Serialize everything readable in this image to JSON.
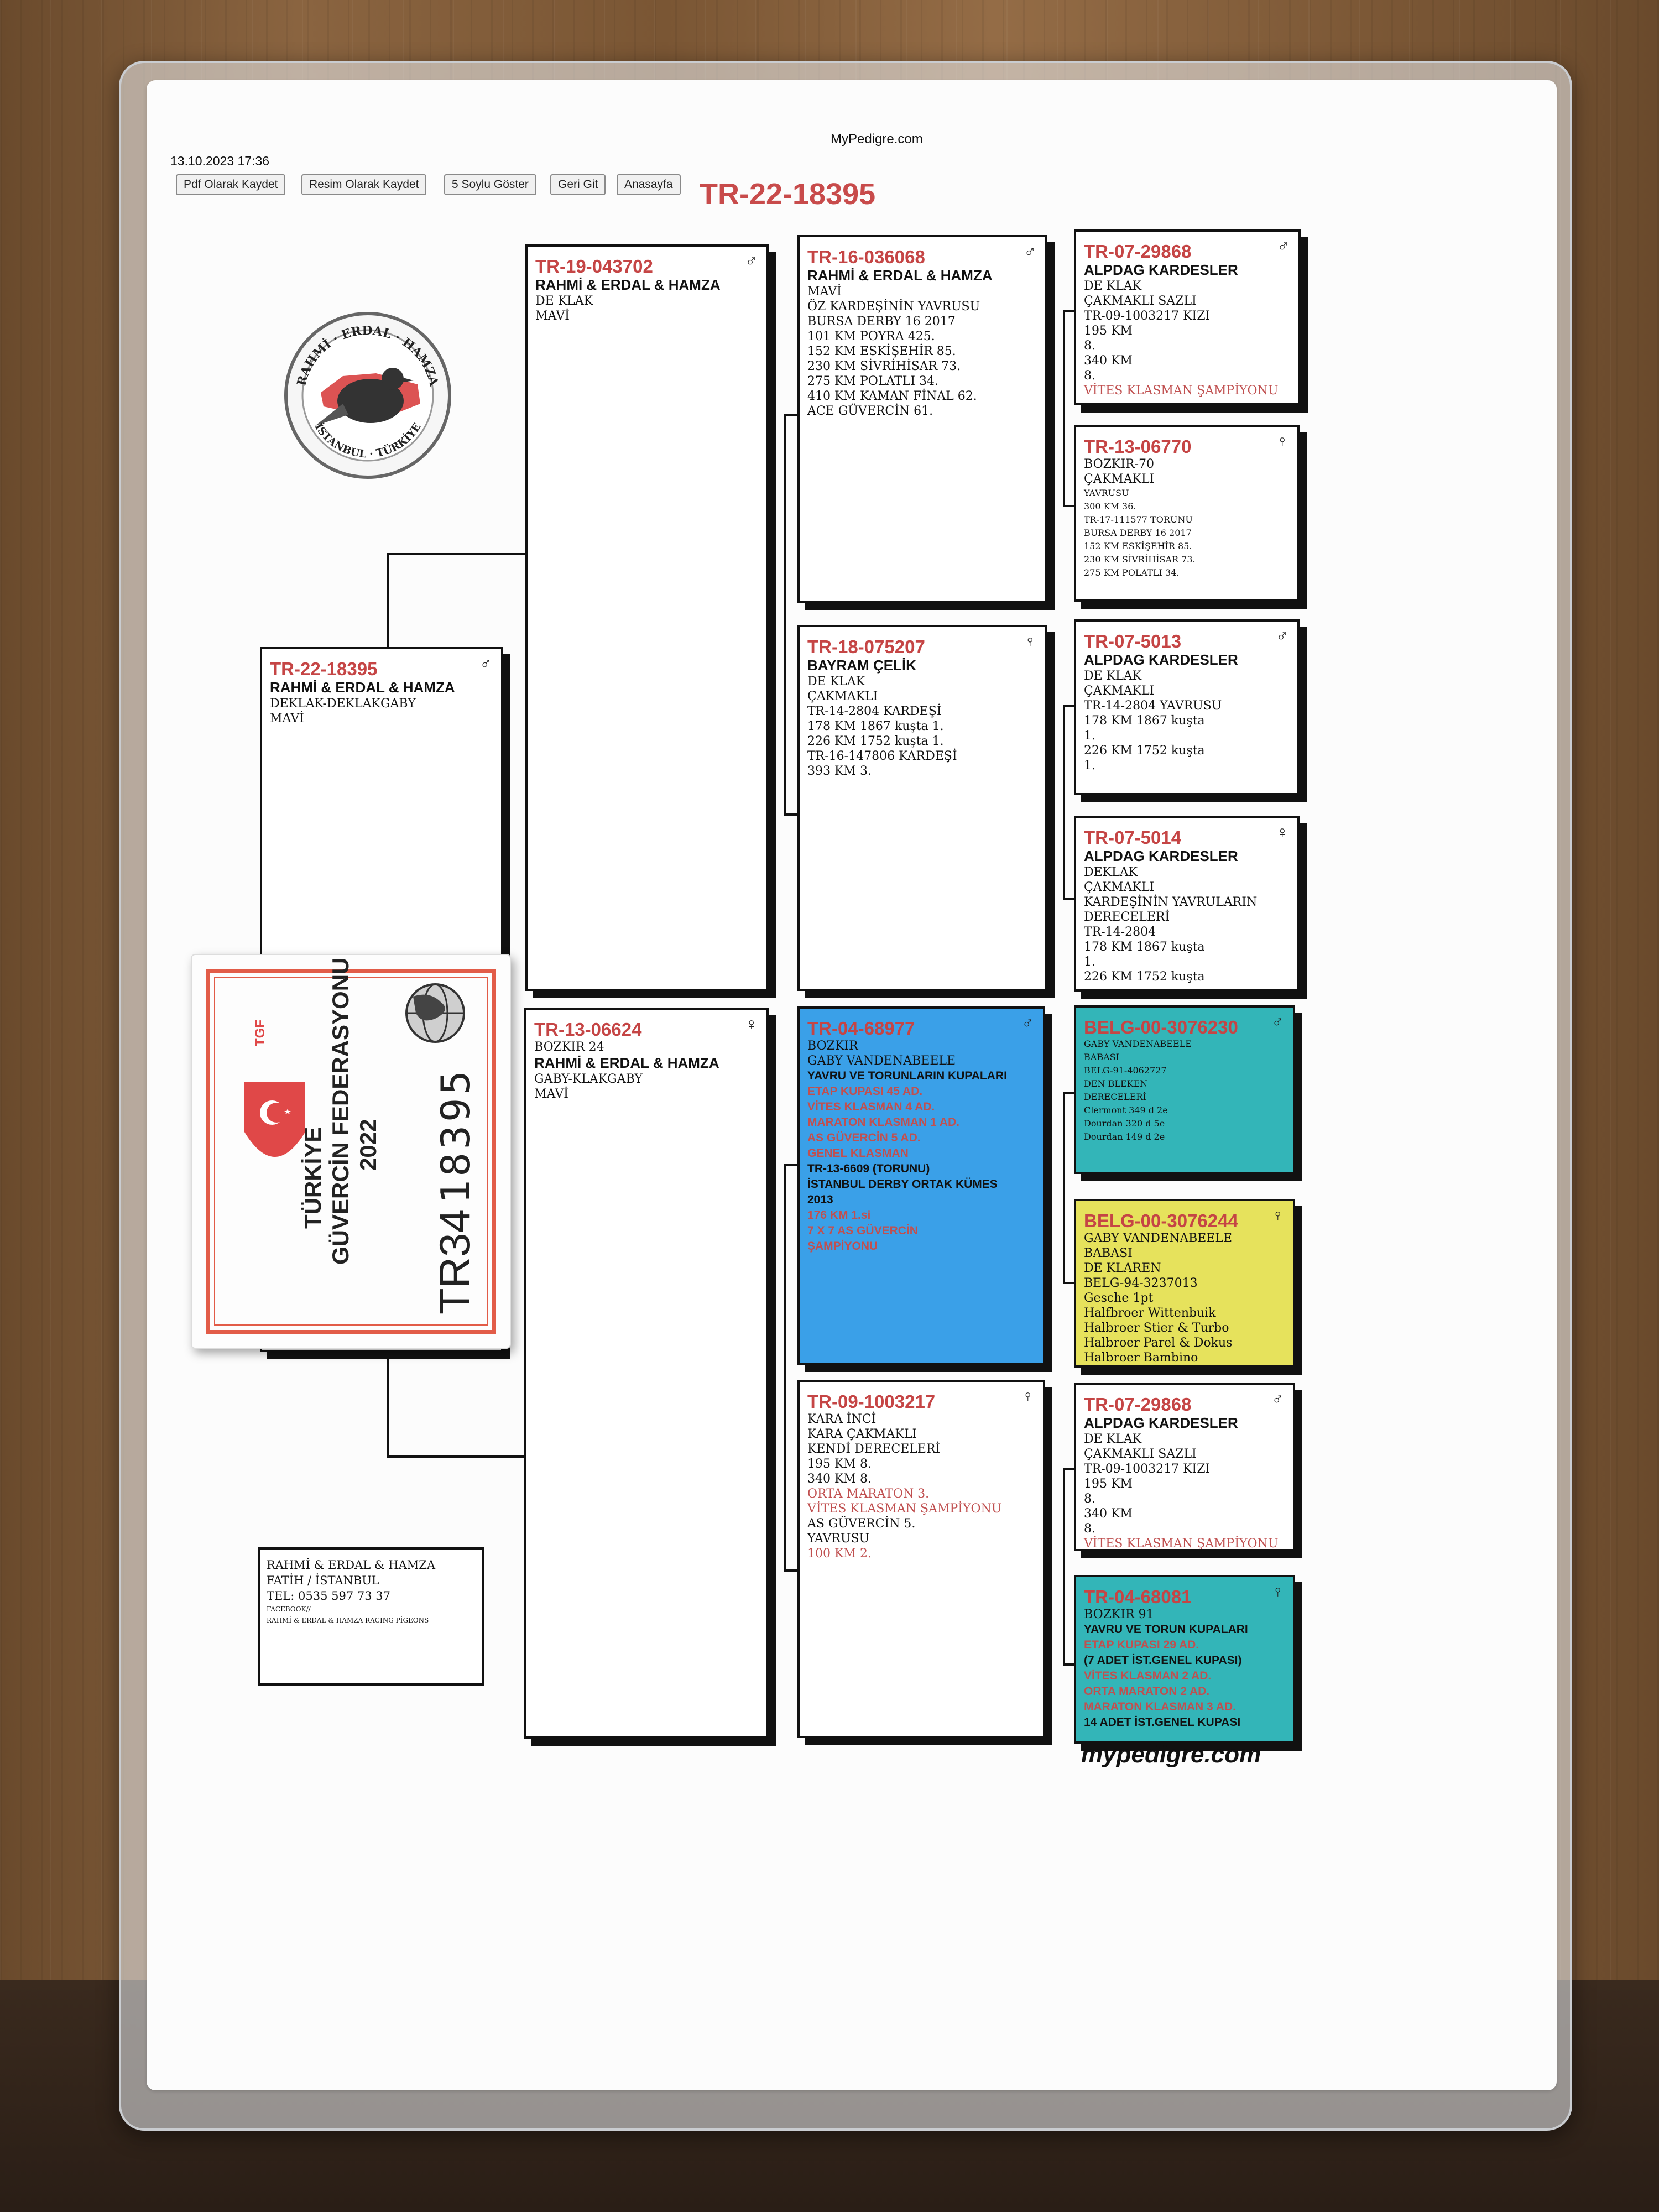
{
  "header": {
    "date": "13.10.2023 17:36",
    "site": "MyPedigre.com",
    "buttons": [
      "Pdf Olarak Kaydet",
      "Resim Olarak Kaydet",
      "5 Soylu Göster",
      "Geri Git",
      "Anasayfa"
    ],
    "title": "TR-22-18395"
  },
  "logo": {
    "top": "RAHMİ · ERDAL · HAMZA",
    "bottom": "İSTANBUL · TÜRKİYE"
  },
  "cards": {
    "subject": {
      "id": "TR-22-18395",
      "sex": "♂",
      "lines": [
        "RAHMİ & ERDAL & HAMZA",
        "DEKLAK-DEKLAKGABY",
        "MAVİ"
      ]
    },
    "sire": {
      "id": "TR-19-043702",
      "sex": "♂",
      "lines": [
        "RAHMİ & ERDAL & HAMZA",
        "DE KLAK",
        "MAVİ"
      ]
    },
    "dam": {
      "id": "TR-13-06624",
      "sex": "♀",
      "lines": [
        "BOZKIR 24",
        "RAHMİ & ERDAL & HAMZA",
        "GABY-KLAKGABY",
        "MAVİ"
      ]
    },
    "ss": {
      "id": "TR-16-036068",
      "sex": "♂",
      "lines": [
        "RAHMİ & ERDAL & HAMZA",
        "MAVİ",
        "ÖZ KARDEŞİNİN YAVRUSU",
        "BURSA DERBY 16  2017",
        "101 KM POYRA          425.",
        "152 KM ESKİŞEHİR       85.",
        "230 KM SİVRİHİSAR      73.",
        "275 KM POLATLI        34.",
        "410 KM KAMAN FİNAL     62.",
        "ACE GÜVERCİN         61."
      ]
    },
    "sd": {
      "id": "TR-18-075207",
      "sex": "♀",
      "lines": [
        "BAYRAM ÇELİK",
        "DE KLAK",
        "ÇAKMAKLI",
        "TR-14-2804 KARDEŞİ",
        "178 KM 1867 kuşta      1.",
        "226 KM 1752 kuşta      1.",
        "",
        "TR-16-147806 KARDEŞİ",
        "393 KM               3."
      ]
    },
    "ds": {
      "id": "TR-04-68977",
      "sex": "♂",
      "lines": [
        "BOZKIR",
        "GABY VANDENABEELE",
        "",
        "YAVRU VE TORUNLARIN KUPALARI",
        "ETAP KUPASI          45 AD.",
        "VİTES KLASMAN         4 AD.",
        "MARATON KLASMAN       1 AD.",
        "AS GÜVERCİN          5 AD.",
        "GENEL KLASMAN",
        "TR-13-6609 (TORUNU)",
        "İSTANBUL DERBY ORTAK KÜMES",
        "2013",
        "176 KM  1.si",
        "7 X 7 AS GÜVERCİN",
        "ŞAMPİYONU"
      ]
    },
    "dd": {
      "id": "TR-09-1003217",
      "sex": "♀",
      "lines": [
        "KARA İNCİ",
        "KARA ÇAKMAKLI",
        "KENDİ DERECELERİ",
        "195 KM              8.",
        "340 KM              8.",
        "ORTA MARATON         3.",
        "VİTES KLASMAN ŞAMPİYONU",
        "AS GÜVERCİN          5.",
        "YAVRUSU",
        "100 KM              2."
      ]
    },
    "sss": {
      "id": "TR-07-29868",
      "sex": "♂",
      "lines": [
        "ALPDAG KARDESLER",
        "DE KLAK",
        "ÇAKMAKLI SAZLI",
        "TR-09-1003217 KIZI",
        "195 KM",
        "8.",
        "340 KM",
        "8.",
        "VİTES KLASMAN ŞAMPİYONU"
      ]
    },
    "ssd": {
      "id": "TR-13-06770",
      "sex": "♀",
      "lines": [
        "BOZKIR-70",
        "ÇAKMAKLI",
        "YAVRUSU",
        "300 KM                    36.",
        "TR-17-111577 TORUNU",
        "BURSA DERBY 16  2017",
        "152 KM ESKİŞEHİR          85.",
        "230 KM SİVRİHİSAR         73.",
        "275 KM POLATLI            34."
      ]
    },
    "sds": {
      "id": "TR-07-5013",
      "sex": "♂",
      "lines": [
        "ALPDAG KARDESLER",
        "DE KLAK",
        "ÇAKMAKLI",
        "TR-14-2804 YAVRUSU",
        "178 KM 1867 kuşta",
        "1.",
        "226 KM 1752 kuşta",
        "1."
      ]
    },
    "sdd": {
      "id": "TR-07-5014",
      "sex": "♀",
      "lines": [
        "ALPDAG KARDESLER",
        "DEKLAK",
        "ÇAKMAKLI",
        "KARDEŞİNİN YAVRULARIN",
        "DERECELERİ",
        "TR-14-2804",
        "178 KM    1867 kuşta",
        "1.",
        "226 KM    1752 kuşta"
      ]
    },
    "dss": {
      "id": "BELG-00-3076230",
      "sex": "♂",
      "lines": [
        "GABY VANDENABEELE",
        "",
        "BABASI",
        "BELG-91-4062727",
        "DEN BLEKEN",
        "DERECELERİ",
        "Clermont          349 d  2e",
        "Dourdan           320 d  5e",
        "Dourdan           149 d  2e"
      ]
    },
    "dsd": {
      "id": "BELG-00-3076244",
      "sex": "♀",
      "lines": [
        "GABY VANDENABEELE",
        "BABASI",
        "DE KLAREN",
        "BELG-94-3237013",
        "Gesche 1pt",
        "Halfbroer Wittenbuik",
        "Halbroer  Stier & Turbo",
        "Halbroer  Parel & Dokus",
        "Halbroer  Bambino"
      ]
    },
    "dds": {
      "id": "TR-07-29868",
      "sex": "♂",
      "lines": [
        "ALPDAG KARDESLER",
        "DE KLAK",
        "ÇAKMAKLI SAZLI",
        "TR-09-1003217 KIZI",
        "195 KM",
        "8.",
        "340 KM",
        "8.",
        "VİTES KLASMAN ŞAMPİYONU"
      ]
    },
    "ddd": {
      "id": "TR-04-68081",
      "sex": "♀",
      "lines": [
        "BOZKIR 91",
        "",
        "YAVRU VE TORUN KUPALARI",
        "ETAP KUPASI          29 AD.",
        "(7 ADET İST.GENEL KUPASI)",
        "VİTES KLASMAN         2 AD.",
        "ORTA MARATON          2 AD.",
        "MARATON KLASMAN       3 AD.",
        "14 ADET İST.GENEL KUPASI"
      ]
    }
  },
  "contact": {
    "lines": [
      "RAHMİ & ERDAL & HAMZA",
      "FATİH / İSTANBUL",
      "TEL: 0535 597 73 37",
      "FACEBOOK//",
      "RAHMİ & ERDAL & HAMZA RACING PİGEONS"
    ]
  },
  "ring_card": {
    "line1": "TÜRKİYE",
    "line2": "GÜVERCİN FEDERASYONU",
    "year": "2022",
    "ring_prefix": "TR34",
    "ring_number": "18395",
    "badge": "TGF"
  },
  "footer": {
    "brand": "mypedigre.com"
  },
  "colors": {
    "id_red": "#c54545",
    "blue_card": "#3aa0e8",
    "teal_card": "#33b5b8",
    "yellow_card": "#e6e25c"
  }
}
